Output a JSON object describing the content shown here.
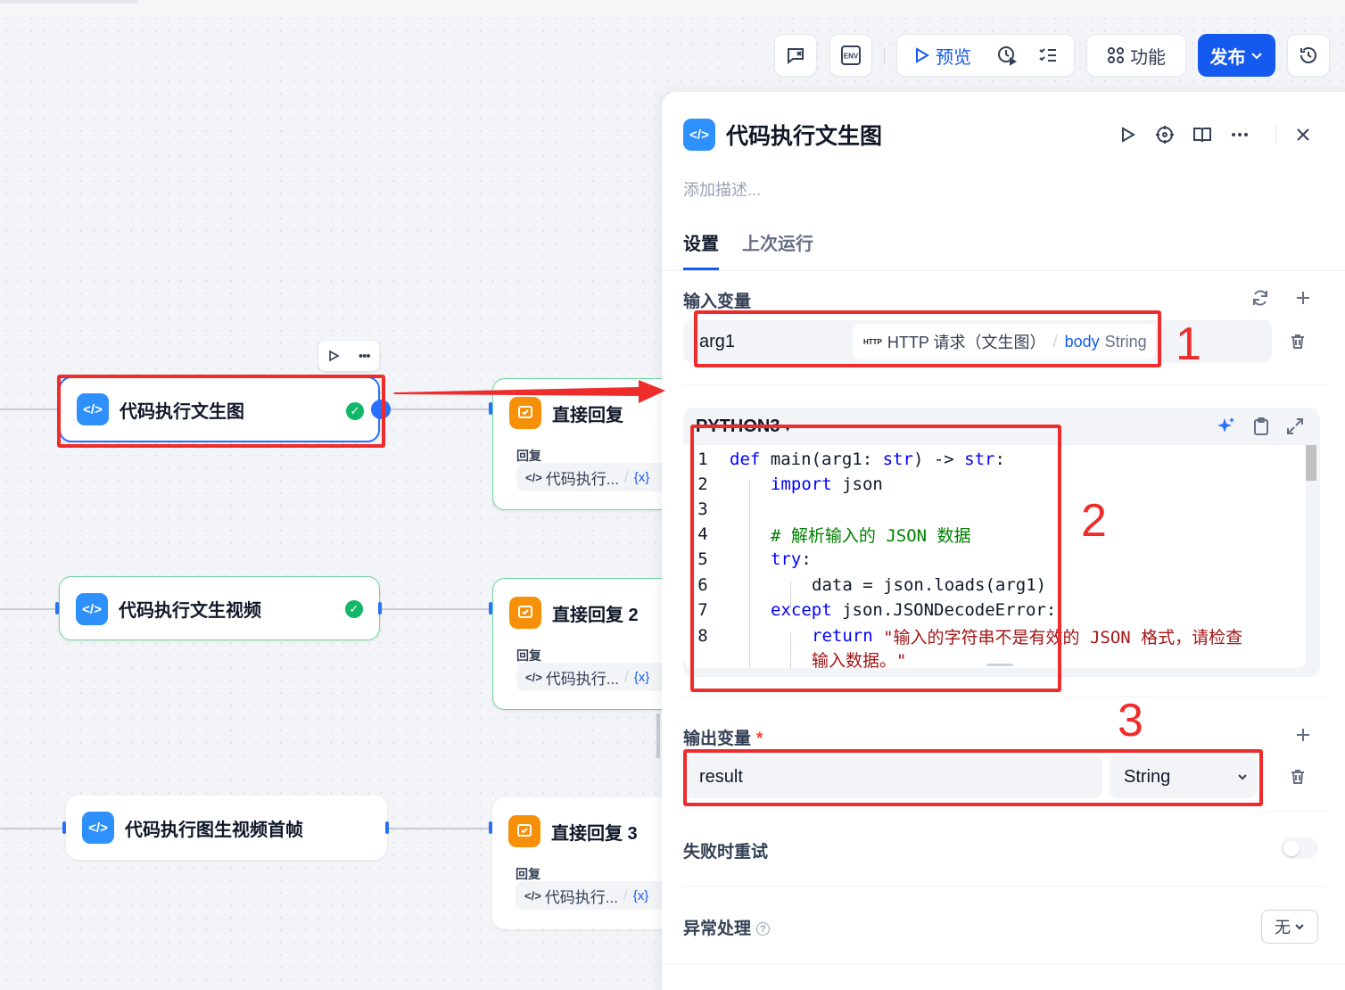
{
  "toolbar": {
    "preview_label": "预览",
    "features_label": "功能",
    "publish_label": "发布",
    "env_label": "ENV"
  },
  "canvas": {
    "nodes": [
      {
        "title": "代码执行文生图",
        "status": "success"
      },
      {
        "title": "代码执行文生视频",
        "status": "success"
      },
      {
        "title": "代码执行图生视频首帧"
      }
    ],
    "reply_nodes": [
      {
        "title": "直接回复",
        "sub": "回复",
        "ref": "代码执行...",
        "var_icon": "{x}"
      },
      {
        "title": "直接回复 2",
        "sub": "回复",
        "ref": "代码执行...",
        "var_icon": "{x}"
      },
      {
        "title": "直接回复 3",
        "sub": "回复",
        "ref": "代码执行...",
        "var_icon": "{x}"
      }
    ],
    "mini_toolbar": {
      "more": "•••"
    }
  },
  "panel": {
    "title": "代码执行文生图",
    "description_placeholder": "添加描述...",
    "tabs": [
      {
        "label": "设置",
        "active": true
      },
      {
        "label": "上次运行",
        "active": false
      }
    ],
    "inputs": {
      "title": "输入变量",
      "rows": [
        {
          "name": "arg1",
          "source_badge": "HTTP",
          "source_node": "HTTP 请求（文生图）",
          "separator": "/",
          "var": "body",
          "type": "String"
        }
      ]
    },
    "code": {
      "language": "PYTHON3",
      "lines": [
        {
          "n": "1"
        },
        {
          "n": "2"
        },
        {
          "n": "3"
        },
        {
          "n": "4"
        },
        {
          "n": "5"
        },
        {
          "n": "6"
        },
        {
          "n": "7"
        },
        {
          "n": "8"
        }
      ],
      "text": {
        "l1_def": "def",
        "l1_a": " main(arg1: ",
        "l1_str": "str",
        "l1_b": ") -> ",
        "l1_str2": "str",
        "l1_c": ":",
        "l2_import": "import",
        "l2_rest": " json",
        "l4_comment": "# 解析输入的 JSON 数据",
        "l5_try": "try",
        "l5_colon": ":",
        "l6_code": "data = json.loads(arg1)",
        "l7_except": "except",
        "l7_rest": " json.JSONDecodeError:",
        "l8_return": "return",
        "l8_str": " \"输入的字符串不是有效的 JSON 格式，请检查",
        "l9_str": "输入数据。\""
      }
    },
    "outputs": {
      "title": "输出变量",
      "required_mark": "*",
      "rows": [
        {
          "name": "result",
          "type": "String"
        }
      ]
    },
    "retry": {
      "label": "失败时重试",
      "enabled": false
    },
    "error_handling": {
      "label": "异常处理",
      "value": "无"
    }
  },
  "annotations": {
    "n1": "1",
    "n2": "2",
    "n3": "3"
  },
  "colors": {
    "accent": "#155aef",
    "annotation": "#ef2c2c",
    "success": "#12b76a",
    "code_node": "#2e90fa",
    "reply_node": "#f79009"
  }
}
